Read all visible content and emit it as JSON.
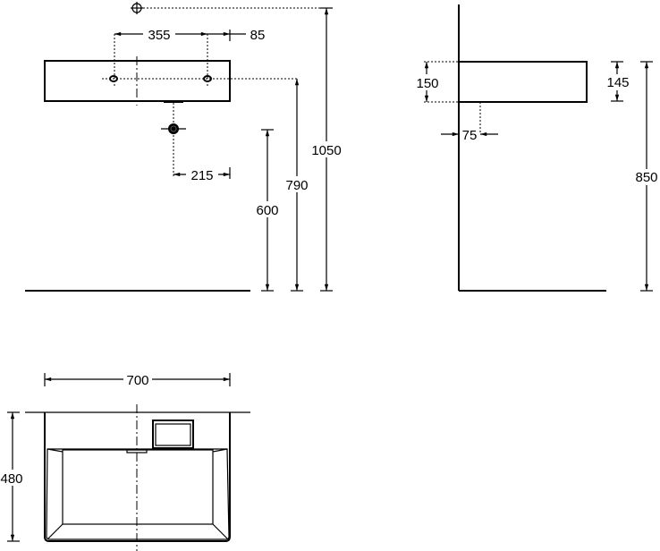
{
  "drawing": {
    "front_view": {
      "hole_spacing": "355",
      "hole_edge": "85",
      "drain_offset": "215",
      "drain_height": "600",
      "hole_height": "790",
      "total_height": "1050"
    },
    "side_view": {
      "overall_height": "150",
      "side_height": "145",
      "drain_depth": "75",
      "rim_height": "850"
    },
    "top_view": {
      "width": "700",
      "depth": "480"
    }
  }
}
